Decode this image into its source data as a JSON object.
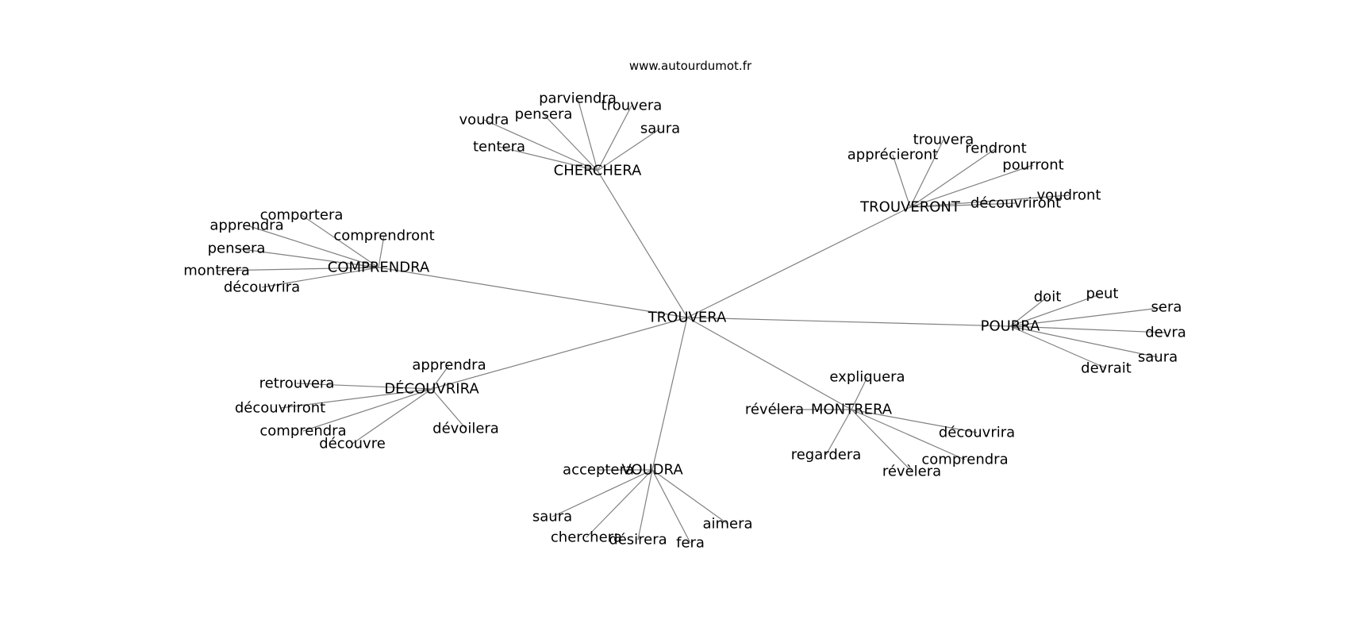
{
  "source": "www.autourdumot.fr",
  "graph": {
    "root": "TROUVERA",
    "hubs": [
      {
        "label": "CHERCHERA",
        "leaves": [
          "parviendra",
          "trouvera",
          "pensera",
          "voudra",
          "saura",
          "tentera"
        ]
      },
      {
        "label": "TROUVERONT",
        "leaves": [
          "trouvera",
          "apprécieront",
          "rendront",
          "pourront",
          "voudront",
          "découvriront"
        ]
      },
      {
        "label": "COMPRENDRA",
        "leaves": [
          "comportera",
          "apprendra",
          "comprendront",
          "pensera",
          "montrera",
          "découvrira"
        ]
      },
      {
        "label": "POURRA",
        "leaves": [
          "doit",
          "peut",
          "sera",
          "devra",
          "saura",
          "devrait"
        ]
      },
      {
        "label": "DÉCOUVRIRA",
        "leaves": [
          "apprendra",
          "retrouvera",
          "découvriront",
          "comprendra",
          "découvre",
          "dévoilera"
        ]
      },
      {
        "label": "MONTRERA",
        "leaves": [
          "expliquera",
          "révélera",
          "découvrira",
          "regardera",
          "comprendra",
          "révèlera"
        ]
      },
      {
        "label": "VOUDRA",
        "leaves": [
          "acceptera",
          "saura",
          "aimera",
          "cherchera",
          "désirera",
          "fera"
        ]
      }
    ]
  }
}
